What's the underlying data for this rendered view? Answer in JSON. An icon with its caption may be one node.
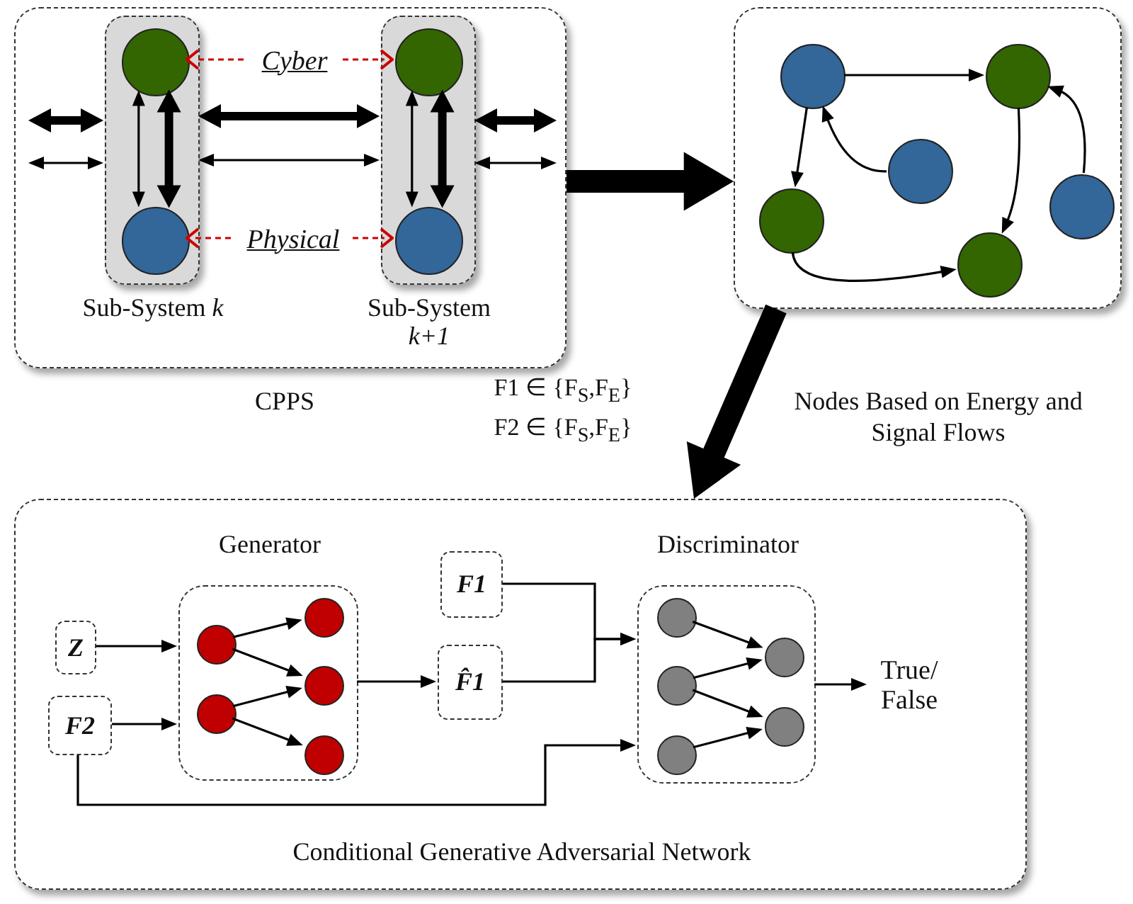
{
  "diagram": {
    "nodes": [
      {
        "text": [
          "CPPS"
        ]
      },
      {
        "text": [
          "Sub-System *k*"
        ],
        "in": 0
      },
      {
        "text": [],
        "shape": "circle",
        "in": 1
      },
      {
        "text": [],
        "shape": "circle",
        "in": 1
      },
      {
        "text": [
          "Sub-System *k+1*"
        ],
        "in": 0
      },
      {
        "text": [],
        "shape": "circle",
        "in": 4
      },
      {
        "text": [],
        "shape": "circle",
        "in": 4
      },
      {
        "text": [
          "Cyber"
        ],
        "in": 0
      },
      {
        "text": [
          "Physical"
        ],
        "in": 0
      },
      {
        "text": [],
        "shape": "box"
      },
      {
        "text": [],
        "shape": "circle",
        "in": 9
      },
      {
        "text": [],
        "shape": "circle",
        "in": 9
      },
      {
        "text": [],
        "shape": "circle",
        "in": 9
      },
      {
        "text": [],
        "shape": "circle",
        "in": 9
      },
      {
        "text": [],
        "shape": "circle",
        "in": 9
      },
      {
        "text": [],
        "shape": "circle",
        "in": 9
      },
      {
        "text": [
          "Conditional Generative Adversarial Network"
        ]
      },
      {
        "text": [
          "Generator"
        ],
        "in": 16
      },
      {
        "text": [],
        "shape": "circle",
        "in": 17
      },
      {
        "text": [],
        "shape": "circle",
        "in": 17
      },
      {
        "text": [],
        "shape": "circle",
        "in": 17
      },
      {
        "text": [],
        "shape": "circle",
        "in": 17
      },
      {
        "text": [],
        "shape": "circle",
        "in": 17
      },
      {
        "text": [
          "Discriminator"
        ],
        "in": 16
      },
      {
        "text": [],
        "shape": "circle",
        "in": 23
      },
      {
        "text": [],
        "shape": "circle",
        "in": 23
      },
      {
        "text": [],
        "shape": "circle",
        "in": 23
      },
      {
        "text": [],
        "shape": "circle",
        "in": 23
      },
      {
        "text": [],
        "shape": "circle",
        "in": 23
      },
      {
        "text": [
          "Z"
        ],
        "in": 16
      },
      {
        "text": [
          "F2"
        ],
        "in": 16
      },
      {
        "text": [
          "F1"
        ],
        "in": 16
      },
      {
        "text": [
          "F̂1"
        ],
        "in": 16
      },
      {
        "text": [
          "True/ False"
        ],
        "in": 16
      }
    ],
    "edges": [
      {
        "from": 7,
        "to": 2,
        "arrow": "to",
        "style": "dashed",
        "color": "#cc0000"
      },
      {
        "from": 7,
        "to": 5,
        "arrow": "to",
        "style": "dashed",
        "color": "#cc0000"
      },
      {
        "from": 8,
        "to": 3,
        "arrow": "to",
        "style": "dashed",
        "color": "#cc0000"
      },
      {
        "from": 8,
        "to": 6,
        "arrow": "to",
        "style": "dashed",
        "color": "#cc0000"
      },
      {
        "from": 2,
        "to": 3,
        "arrow": "both"
      },
      {
        "from": 2,
        "to": 3,
        "arrow": "both",
        "style": "thick"
      },
      {
        "from": 5,
        "to": 6,
        "arrow": "both"
      },
      {
        "from": 5,
        "to": 6,
        "arrow": "both",
        "style": "thick"
      },
      {
        "from": 1,
        "to": 4,
        "arrow": "both",
        "style": "thick"
      },
      {
        "from": 1,
        "to": 4,
        "arrow": "both"
      },
      {
        "from": null,
        "to": 1,
        "arrow": "both",
        "style": "thick"
      },
      {
        "from": null,
        "to": 1,
        "arrow": "both"
      },
      {
        "from": 4,
        "to": null,
        "arrow": "both",
        "style": "thick"
      },
      {
        "from": 4,
        "to": null,
        "arrow": "both"
      },
      {
        "from": 0,
        "to": 9,
        "arrow": "to",
        "style": "thick"
      },
      {
        "from": 10,
        "to": 11,
        "arrow": "to"
      },
      {
        "from": 12,
        "to": 10,
        "arrow": "to"
      },
      {
        "from": 10,
        "to": 13,
        "arrow": "to"
      },
      {
        "from": 13,
        "to": 15,
        "arrow": "to"
      },
      {
        "from": 11,
        "to": 15,
        "arrow": "to"
      },
      {
        "from": 14,
        "to": 11,
        "arrow": "to"
      },
      {
        "from": 9,
        "to": 16,
        "arrow": "to",
        "style": "thick",
        "label": "Nodes Based on Energy and Signal Flows"
      },
      {
        "from": 18,
        "to": 20,
        "arrow": "to"
      },
      {
        "from": 18,
        "to": 21,
        "arrow": "to"
      },
      {
        "from": 19,
        "to": 21,
        "arrow": "to"
      },
      {
        "from": 19,
        "to": 22,
        "arrow": "to"
      },
      {
        "from": 24,
        "to": 27,
        "arrow": "to"
      },
      {
        "from": 25,
        "to": 27,
        "arrow": "to"
      },
      {
        "from": 25,
        "to": 28,
        "arrow": "to"
      },
      {
        "from": 26,
        "to": 28,
        "arrow": "to"
      },
      {
        "from": 29,
        "to": 17,
        "arrow": "to"
      },
      {
        "from": 30,
        "to": 17,
        "arrow": "to"
      },
      {
        "from": 17,
        "to": 32,
        "arrow": "to"
      },
      {
        "from": 31,
        "to": 23,
        "arrow": "to"
      },
      {
        "from": 32,
        "to": 23,
        "arrow": "to"
      },
      {
        "from": 30,
        "to": 23,
        "arrow": "to"
      },
      {
        "from": 23,
        "to": 33,
        "arrow": "to"
      }
    ],
    "labels": [
      "F1 ∈ {F$_{S}$,F$_{E}$}",
      "F2 ∈ {F$_{S}$,F$_{E}$}"
    ]
  }
}
